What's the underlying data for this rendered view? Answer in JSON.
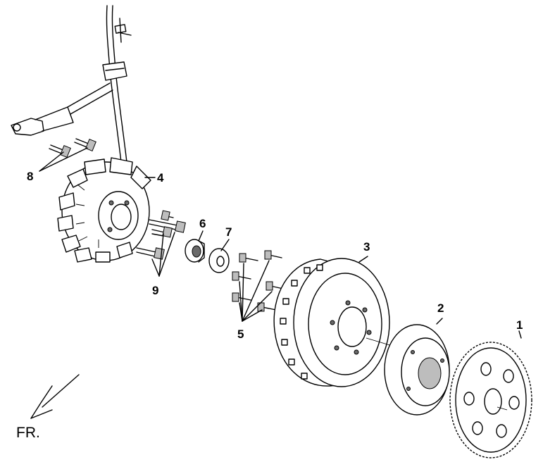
{
  "callouts": {
    "c1": "1",
    "c2": "2",
    "c3": "3",
    "c4": "4",
    "c5": "5",
    "c6": "6",
    "c7": "7",
    "c8": "8",
    "c9": "9"
  },
  "direction_label": "FR."
}
